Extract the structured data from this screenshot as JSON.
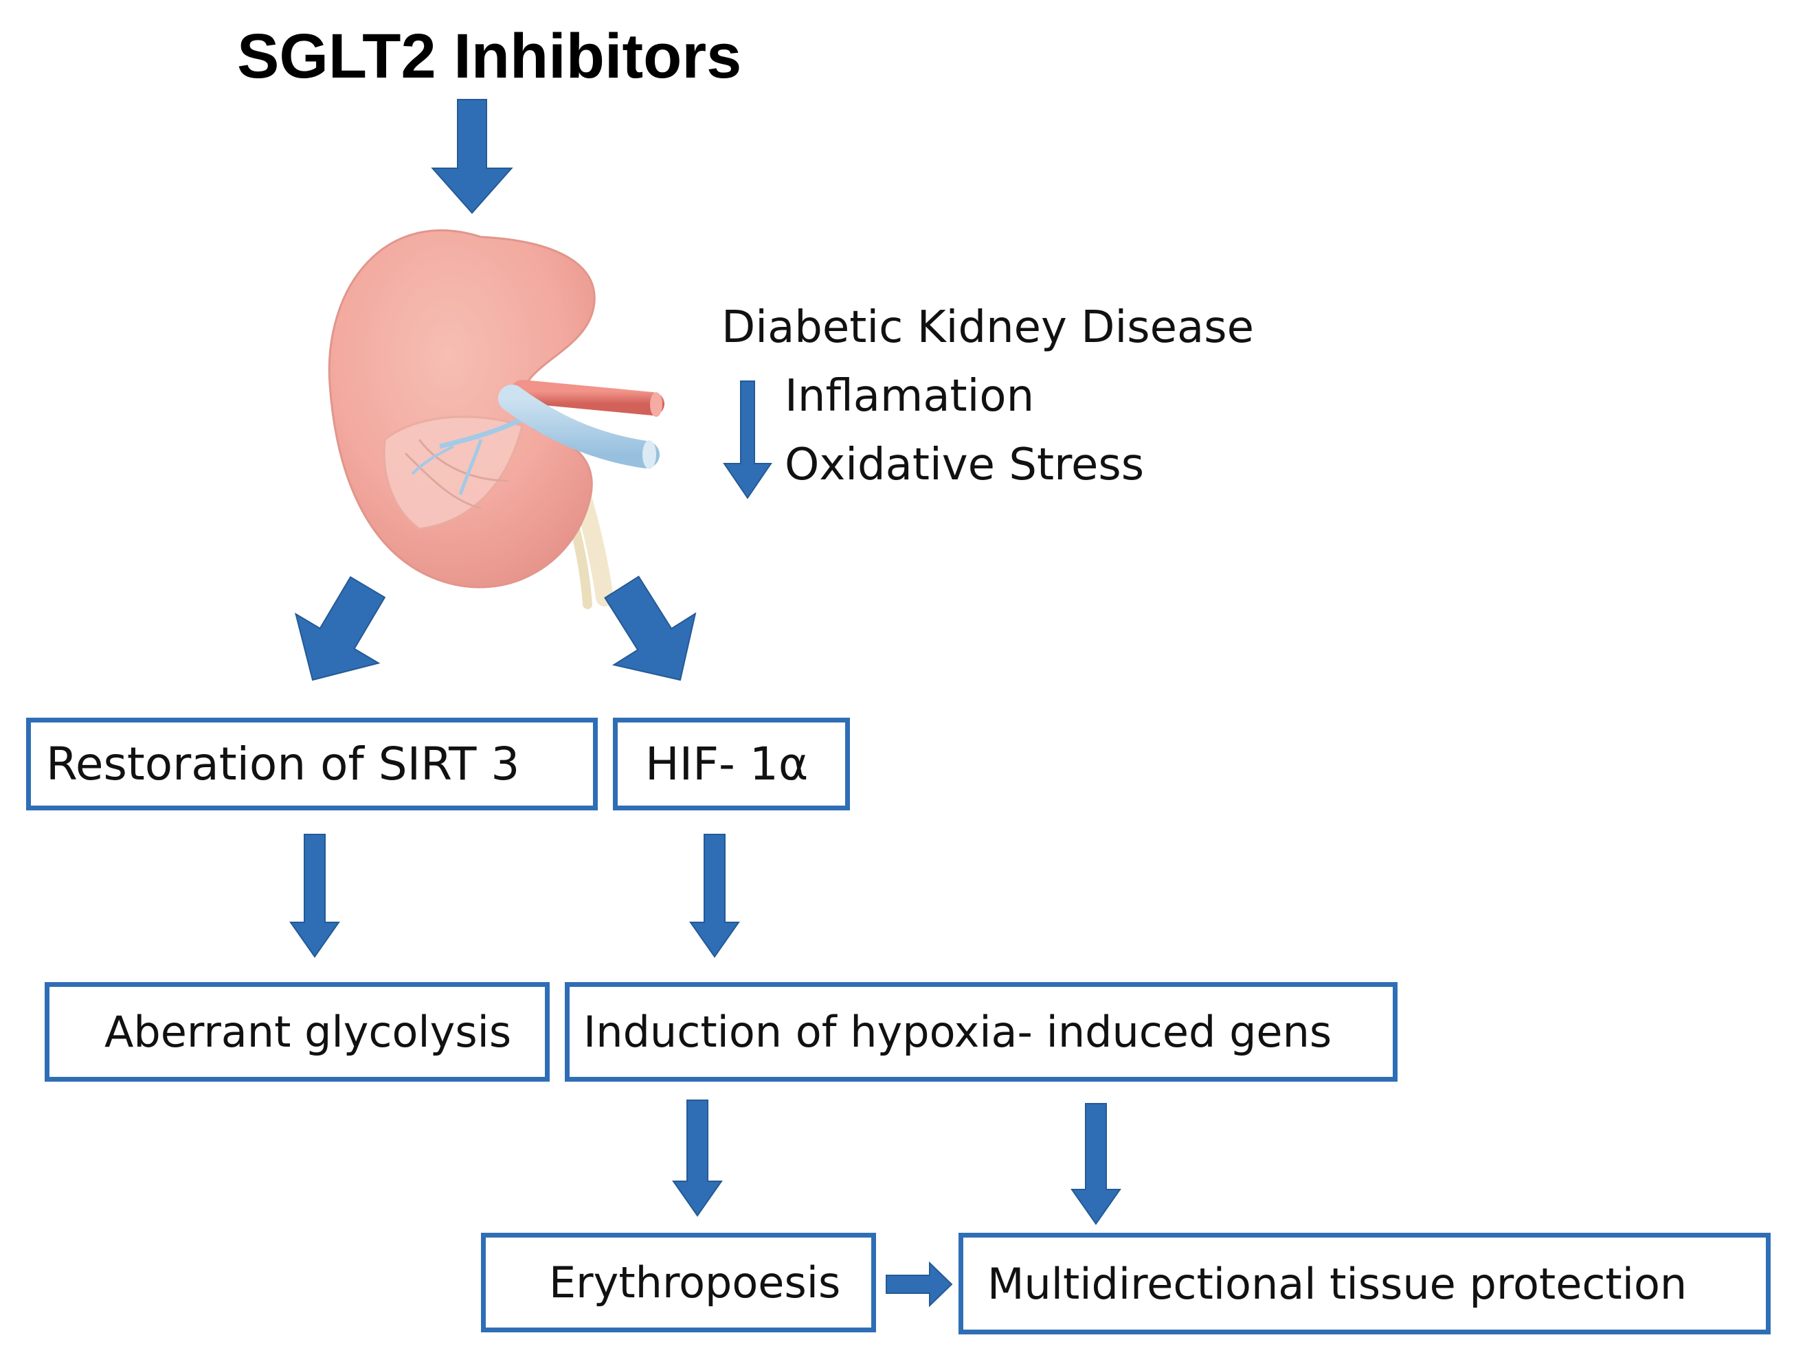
{
  "title": "SGLT2 Inhibitors",
  "kidney_effects": {
    "heading": "Diabetic Kidney Disease",
    "items": [
      "Inflamation",
      "Oxidative Stress"
    ]
  },
  "boxes": {
    "sirt3": "Restoration of SIRT 3",
    "hif": "HIF- 1α",
    "glycolysis": "Aberrant glycolysis",
    "hypoxia_genes": "Induction of hypoxia- induced gens",
    "erythropoesis": "Erythropoesis",
    "tissue_protection": "Multidirectional tissue protection"
  },
  "icons": {
    "kidney": "kidney-icon",
    "flow_arrow": "block-arrow-icon",
    "decrease": "down-arrow-icon",
    "increase": "up-arrow-icon"
  },
  "colors": {
    "arrow": "#2f6eb5",
    "box_border": "#2f6eb5",
    "kidney": "#f2a398",
    "vein": "#a8cde6",
    "artery": "#e06a62"
  }
}
